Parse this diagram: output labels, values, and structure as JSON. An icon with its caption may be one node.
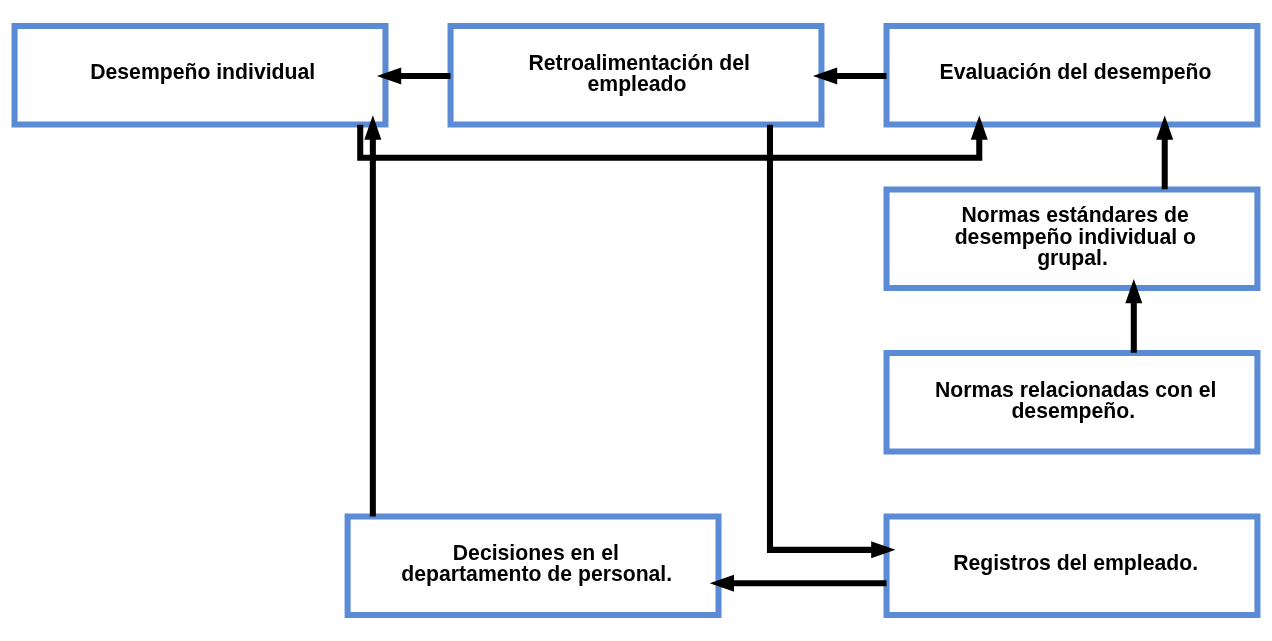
{
  "diagram": {
    "nodes": [
      {
        "text": [
          "Desempeño individual"
        ]
      },
      {
        "text": [
          "Evaluación del desempeño"
        ]
      },
      {
        "text": [
          "Retroalimentación del empleado"
        ]
      },
      {
        "text": [
          "Normas estándares de desempeño individual o grupal."
        ]
      },
      {
        "text": [
          "Normas relacionadas con el desempeño."
        ]
      },
      {
        "text": [
          "Decisiones en el departamento de personal."
        ]
      },
      {
        "text": [
          "Registros del empleado."
        ]
      }
    ],
    "edges": [
      {
        "from": 0,
        "to": 1,
        "arrow": "to"
      },
      {
        "from": 1,
        "to": 2,
        "arrow": "to"
      },
      {
        "from": 3,
        "to": 1,
        "arrow": "to"
      },
      {
        "from": 4,
        "to": 3,
        "arrow": "to"
      },
      {
        "from": 2,
        "to": 6,
        "arrow": "to"
      },
      {
        "from": 2,
        "to": 0,
        "arrow": "to"
      },
      {
        "from": 6,
        "to": 5,
        "arrow": "to"
      },
      {
        "from": 5,
        "to": 0,
        "arrow": "to"
      }
    ]
  }
}
